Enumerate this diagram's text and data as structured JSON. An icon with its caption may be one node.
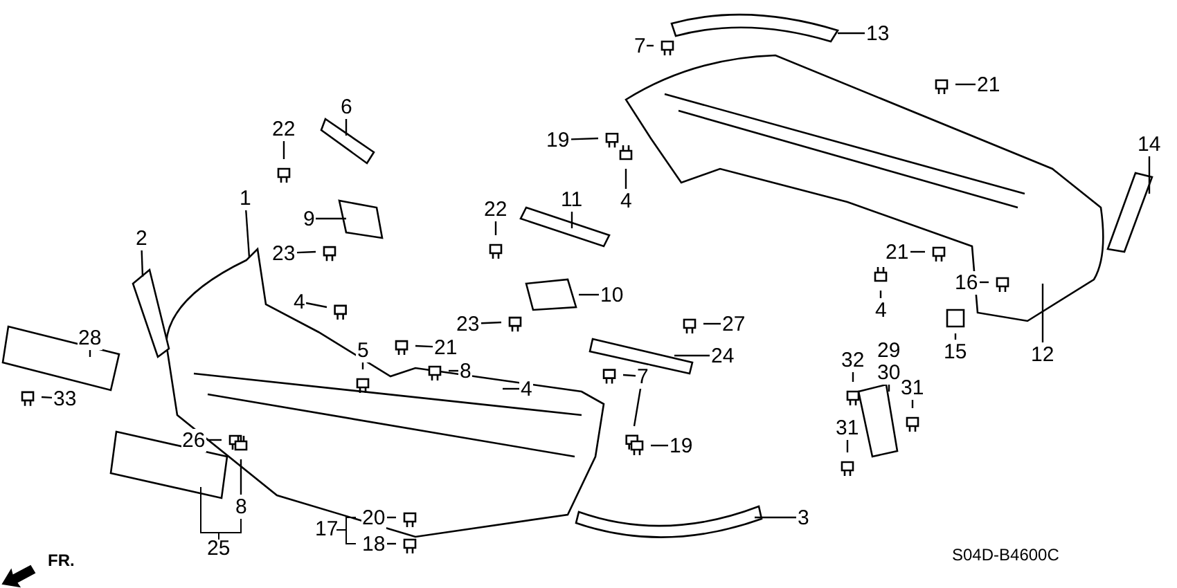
{
  "diagram": {
    "nodes": [
      {
        "text": [
          "13"
        ]
      },
      {
        "text": [
          "7"
        ]
      },
      {
        "text": [
          "21"
        ]
      },
      {
        "text": [
          "6"
        ]
      },
      {
        "text": [
          "22"
        ]
      },
      {
        "text": [
          "19"
        ]
      },
      {
        "text": [
          "14"
        ]
      },
      {
        "text": [
          "1"
        ]
      },
      {
        "text": [
          "11"
        ]
      },
      {
        "text": [
          "4"
        ]
      },
      {
        "text": [
          "22"
        ]
      },
      {
        "text": [
          "9"
        ]
      },
      {
        "text": [
          "2"
        ]
      },
      {
        "text": [
          "21"
        ]
      },
      {
        "text": [
          "23"
        ]
      },
      {
        "text": [
          "16"
        ]
      },
      {
        "text": [
          "10"
        ]
      },
      {
        "text": [
          "4"
        ]
      },
      {
        "text": [
          "4"
        ]
      },
      {
        "text": [
          "23"
        ]
      },
      {
        "text": [
          "27"
        ]
      },
      {
        "text": [
          "28"
        ]
      },
      {
        "text": [
          "5"
        ]
      },
      {
        "text": [
          "15"
        ]
      },
      {
        "text": [
          "21"
        ]
      },
      {
        "text": [
          "12"
        ]
      },
      {
        "text": [
          "24"
        ]
      },
      {
        "text": [
          "32"
        ]
      },
      {
        "text": [
          "8"
        ]
      },
      {
        "text": [
          "30"
        ]
      },
      {
        "text": [
          "7"
        ]
      },
      {
        "text": [
          "4"
        ]
      },
      {
        "text": [
          "31"
        ]
      },
      {
        "text": [
          "33"
        ]
      },
      {
        "text": [
          "31"
        ]
      },
      {
        "text": [
          "26"
        ]
      },
      {
        "text": [
          "19"
        ]
      },
      {
        "text": [
          "8"
        ]
      },
      {
        "text": [
          "3"
        ]
      },
      {
        "text": [
          "20"
        ]
      },
      {
        "text": [
          "18"
        ]
      }
    ],
    "edges": [
      {
        "from": 0,
        "to": null,
        "arrow": "none"
      },
      {
        "from": 1,
        "to": null,
        "arrow": "none"
      },
      {
        "from": 2,
        "to": null,
        "arrow": "none"
      },
      {
        "from": 3,
        "to": null,
        "arrow": "none"
      },
      {
        "from": 4,
        "to": null,
        "arrow": "none"
      },
      {
        "from": 5,
        "to": null,
        "arrow": "none"
      },
      {
        "from": 6,
        "to": null,
        "arrow": "none"
      },
      {
        "from": 7,
        "to": null,
        "arrow": "none"
      },
      {
        "from": 8,
        "to": null,
        "arrow": "none"
      },
      {
        "from": 9,
        "to": null,
        "arrow": "none"
      },
      {
        "from": 10,
        "to": null,
        "arrow": "none"
      },
      {
        "from": 11,
        "to": null,
        "arrow": "none"
      },
      {
        "from": 12,
        "to": null,
        "arrow": "none"
      },
      {
        "from": 13,
        "to": null,
        "arrow": "none"
      },
      {
        "from": 14,
        "to": null,
        "arrow": "none"
      },
      {
        "from": 15,
        "to": null,
        "arrow": "none"
      },
      {
        "from": 16,
        "to": null,
        "arrow": "none"
      },
      {
        "from": 17,
        "to": null,
        "arrow": "none"
      },
      {
        "from": 18,
        "to": null,
        "arrow": "none"
      },
      {
        "from": 19,
        "to": null,
        "arrow": "none"
      },
      {
        "from": 20,
        "to": null,
        "arrow": "none"
      },
      {
        "from": 21,
        "to": null,
        "arrow": "none"
      },
      {
        "from": 22,
        "to": null,
        "arrow": "none"
      },
      {
        "from": 23,
        "to": null,
        "arrow": "none"
      },
      {
        "from": 24,
        "to": null,
        "arrow": "none"
      },
      {
        "from": 25,
        "to": null,
        "arrow": "none"
      },
      {
        "from": 26,
        "to": null,
        "arrow": "none"
      },
      {
        "from": 27,
        "to": null,
        "arrow": "none"
      },
      {
        "from": 28,
        "to": null,
        "arrow": "none"
      },
      {
        "from": 29,
        "to": null,
        "arrow": "none"
      },
      {
        "from": 30,
        "to": null,
        "arrow": "none"
      },
      {
        "from": 30,
        "to": null,
        "arrow": "none"
      },
      {
        "from": 31,
        "to": null,
        "arrow": "none"
      },
      {
        "from": 32,
        "to": null,
        "arrow": "none"
      },
      {
        "from": 33,
        "to": null,
        "arrow": "none"
      },
      {
        "from": 34,
        "to": null,
        "arrow": "none"
      },
      {
        "from": 35,
        "to": null,
        "arrow": "none"
      },
      {
        "from": 36,
        "to": null,
        "arrow": "none"
      },
      {
        "from": 37,
        "to": null,
        "arrow": "none"
      },
      {
        "from": 38,
        "to": null,
        "arrow": "none"
      },
      {
        "from": 39,
        "to": null,
        "arrow": "none"
      },
      {
        "from": 40,
        "to": null,
        "arrow": "none"
      }
    ],
    "labels": [
      "29",
      "17",
      "25",
      "S04D-B4600C",
      "FR."
    ]
  }
}
